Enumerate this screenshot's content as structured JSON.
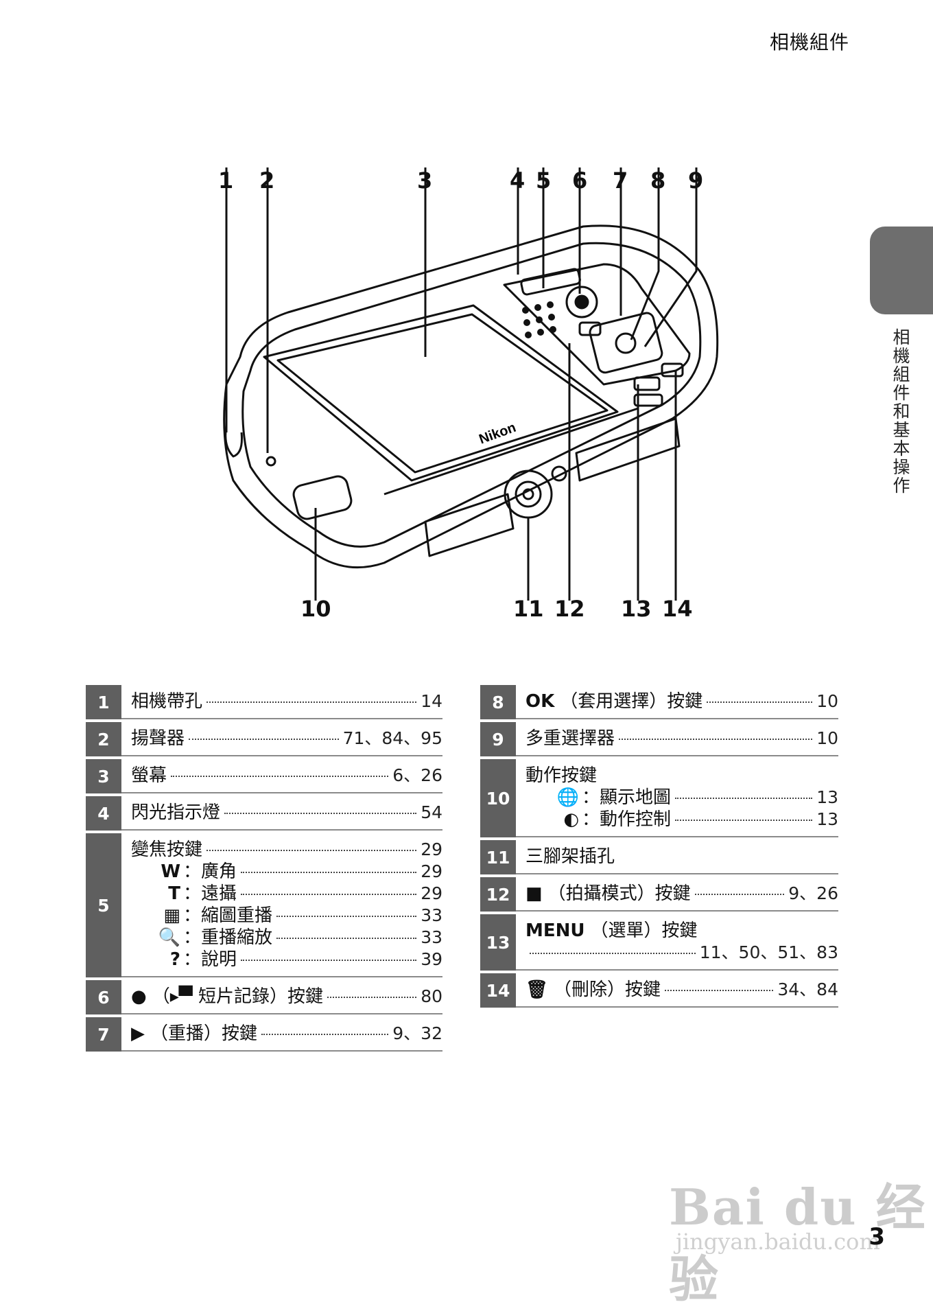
{
  "header": {
    "section": "相機組件",
    "side_caption": "相機組件和基本操作"
  },
  "figure": {
    "callouts_top": [
      "1",
      "2",
      "3",
      "4",
      "5",
      "6",
      "7",
      "8",
      "9"
    ],
    "callouts_bottom": [
      "10",
      "11",
      "12",
      "13",
      "14"
    ],
    "brand": "Nikon"
  },
  "left_table": [
    {
      "num": "1",
      "label": "相機帶孔",
      "page": "14"
    },
    {
      "num": "2",
      "label": "揚聲器",
      "page": "71、84、95"
    },
    {
      "num": "3",
      "label": "螢幕",
      "page": "6、26"
    },
    {
      "num": "4",
      "label": "閃光指示燈",
      "page": "54"
    },
    {
      "num": "5",
      "label": "變焦按鍵",
      "page": "29",
      "subs": [
        {
          "sym": "W",
          "label": "：廣角",
          "page": "29"
        },
        {
          "sym": "T",
          "label": "：遠攝",
          "page": "29"
        },
        {
          "sym": "▦",
          "label": "：縮圖重播",
          "page": "33"
        },
        {
          "sym": "🔍",
          "label": "：重播縮放",
          "page": "33"
        },
        {
          "sym": "?",
          "label": "：說明",
          "page": "39"
        }
      ]
    },
    {
      "num": "6",
      "icon": "●",
      "label": "（▸▀ 短片記錄）按鍵",
      "page": "80"
    },
    {
      "num": "7",
      "icon": "▶",
      "label": "（重播）按鍵",
      "page": "9、32"
    }
  ],
  "right_table": [
    {
      "num": "8",
      "icon": "OK",
      "label": "（套用選擇）按鍵",
      "page": "10"
    },
    {
      "num": "9",
      "label": "多重選擇器",
      "page": "10"
    },
    {
      "num": "10",
      "label": "動作按鍵",
      "subs": [
        {
          "sym": "🌐",
          "label": "：顯示地圖",
          "page": "13"
        },
        {
          "sym": "◐",
          "label": "：動作控制",
          "page": "13"
        }
      ]
    },
    {
      "num": "11",
      "label": "三腳架插孔"
    },
    {
      "num": "12",
      "icon": "■",
      "label": "（拍攝模式）按鍵",
      "page": "9、26"
    },
    {
      "num": "13",
      "icon": "MENU",
      "label": "（選單）按鍵",
      "page": "11、50、51、83"
    },
    {
      "num": "14",
      "icon": "🗑",
      "label": "（刪除）按鍵",
      "page": "34、84"
    }
  ],
  "footer": {
    "page_number": "3",
    "watermark": "Bai du 经验",
    "watermark_url": "jingyan.baidu.com"
  }
}
